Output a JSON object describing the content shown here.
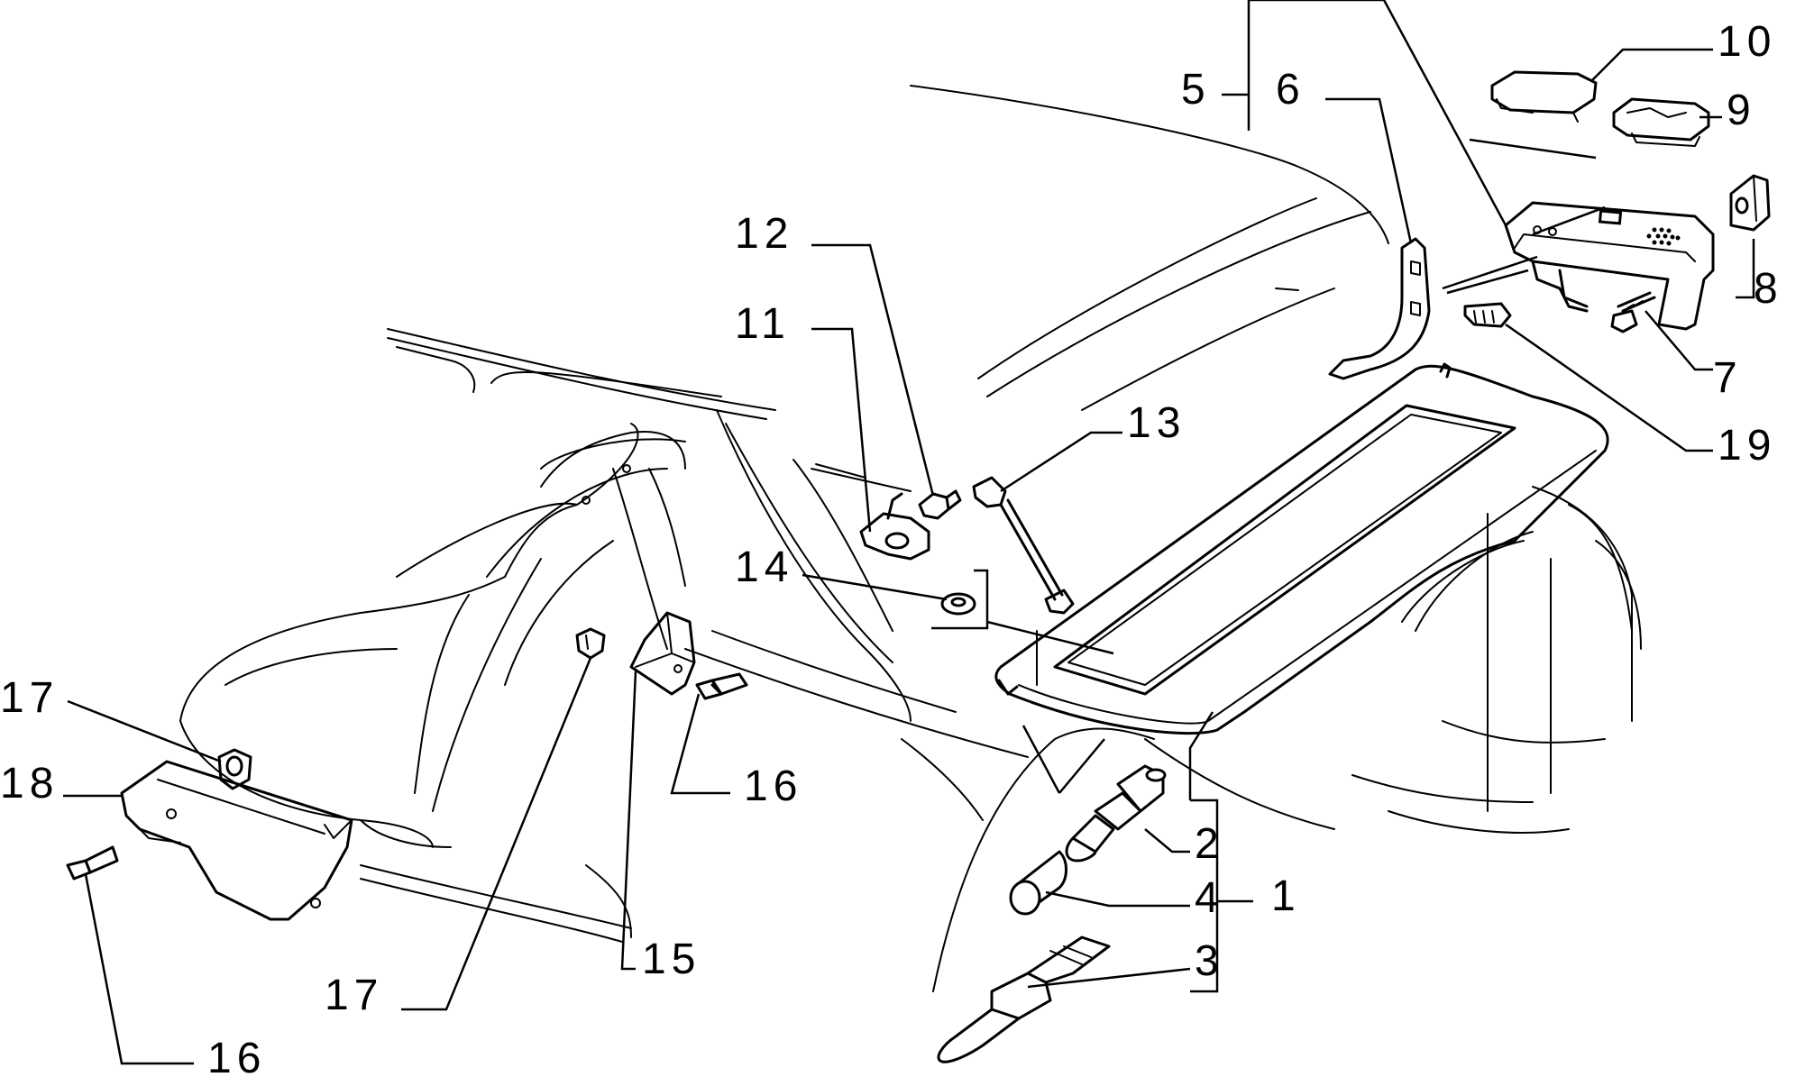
{
  "callouts": [
    {
      "id": "c1",
      "label": "1"
    },
    {
      "id": "c2",
      "label": "2"
    },
    {
      "id": "c3",
      "label": "3"
    },
    {
      "id": "c4",
      "label": "4"
    },
    {
      "id": "c5",
      "label": "5"
    },
    {
      "id": "c6",
      "label": "6"
    },
    {
      "id": "c7",
      "label": "7"
    },
    {
      "id": "c8",
      "label": "8"
    },
    {
      "id": "c9",
      "label": "9"
    },
    {
      "id": "c10",
      "label": "10"
    },
    {
      "id": "c11",
      "label": "11"
    },
    {
      "id": "c12",
      "label": "12"
    },
    {
      "id": "c13",
      "label": "13"
    },
    {
      "id": "c14",
      "label": "14"
    },
    {
      "id": "c15",
      "label": "15"
    },
    {
      "id": "c16a",
      "label": "16"
    },
    {
      "id": "c16b",
      "label": "16"
    },
    {
      "id": "c17a",
      "label": "17"
    },
    {
      "id": "c17b",
      "label": "17"
    },
    {
      "id": "c18",
      "label": "18"
    },
    {
      "id": "c19",
      "label": "19"
    }
  ]
}
